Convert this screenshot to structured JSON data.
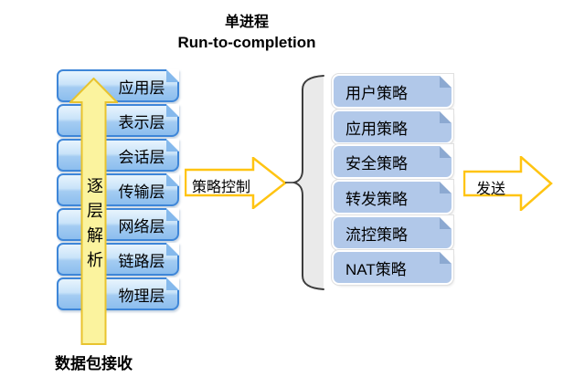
{
  "title": {
    "line1": "单进程",
    "line2": "Run-to-completion"
  },
  "left_stack": {
    "layers": [
      "应用层",
      "表示层",
      "会话层",
      "传输层",
      "网络层",
      "链路层",
      "物理层"
    ],
    "up_arrow_label": "逐层解析",
    "caption": "数据包接收"
  },
  "flow": {
    "policy_control_label": "策略控制",
    "send_label": "发送"
  },
  "right_stack": {
    "policies": [
      "用户策略",
      "应用策略",
      "安全策略",
      "转发策略",
      "流控策略",
      "NAT策略"
    ]
  },
  "colors": {
    "layer_box_border": "#3E86D8",
    "layer_box_fill_top": "#E7F4FD",
    "layer_box_fill_bottom": "#8CBEEE",
    "policy_box_fill": "#B1C8E9",
    "up_arrow_fill": "#FBF39E",
    "up_arrow_border": "#E8C32E",
    "flow_arrow_fill": "#FFFFFF",
    "flow_arrow_border": "#FFC412",
    "brace_fill": "#EAEAEA",
    "brace_stroke": "#3D3D3D",
    "text": "#000000"
  }
}
